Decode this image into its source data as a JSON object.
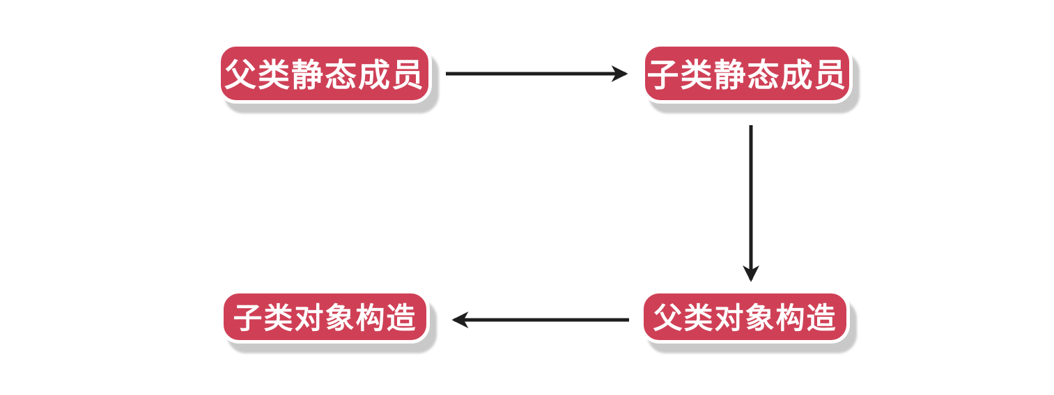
{
  "diagram": {
    "title": "class-initialization-order-flow",
    "nodes": [
      {
        "id": "parent-static",
        "label": "父类静态成员"
      },
      {
        "id": "child-static",
        "label": "子类静态成员"
      },
      {
        "id": "parent-ctor",
        "label": "父类对象构造"
      },
      {
        "id": "child-ctor",
        "label": "子类对象构造"
      }
    ],
    "edges": [
      {
        "from": "parent-static",
        "to": "child-static",
        "direction": "right"
      },
      {
        "from": "child-static",
        "to": "parent-ctor",
        "direction": "down"
      },
      {
        "from": "parent-ctor",
        "to": "child-ctor",
        "direction": "left"
      }
    ],
    "colors": {
      "node_fill": "#cf4056",
      "node_border": "#ffffff",
      "node_text": "#ffffff",
      "shadow": "#c9c9c9",
      "arrow": "#1e1e1e",
      "background": "#ffffff"
    }
  }
}
